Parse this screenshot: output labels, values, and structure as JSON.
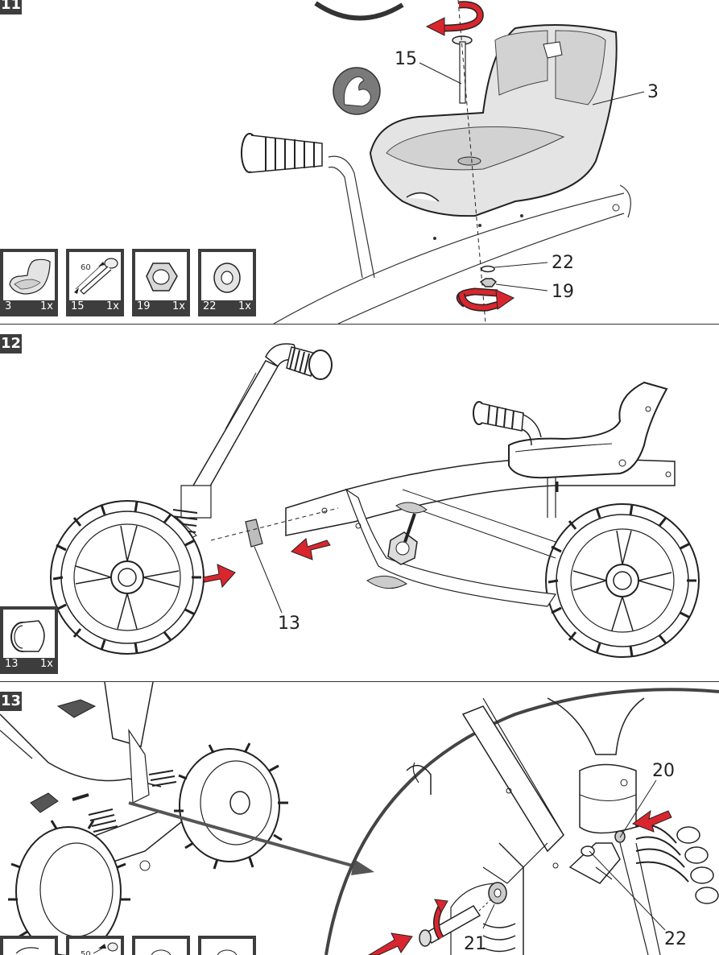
{
  "steps": [
    {
      "number": "11",
      "callouts": [
        "15",
        "3",
        "22",
        "19"
      ],
      "parts": [
        {
          "part": "3",
          "qty": "1x",
          "icon": "seat-icon"
        },
        {
          "part": "15",
          "qty": "1x",
          "icon": "bolt-icon",
          "length": "60"
        },
        {
          "part": "19",
          "qty": "1x",
          "icon": "nut-icon"
        },
        {
          "part": "22",
          "qty": "1x",
          "icon": "washer-icon"
        }
      ]
    },
    {
      "number": "12",
      "callouts": [
        "13"
      ],
      "parts": [
        {
          "part": "13",
          "qty": "1x",
          "icon": "bushing-icon"
        }
      ]
    },
    {
      "number": "13",
      "callouts": [
        "20",
        "21",
        "22"
      ],
      "parts": [
        {
          "length": "50",
          "icon": "bolt-icon"
        }
      ]
    }
  ],
  "colors": {
    "arrow": "#d9262e",
    "badge": "#3d3d3d",
    "line": "#222222"
  }
}
